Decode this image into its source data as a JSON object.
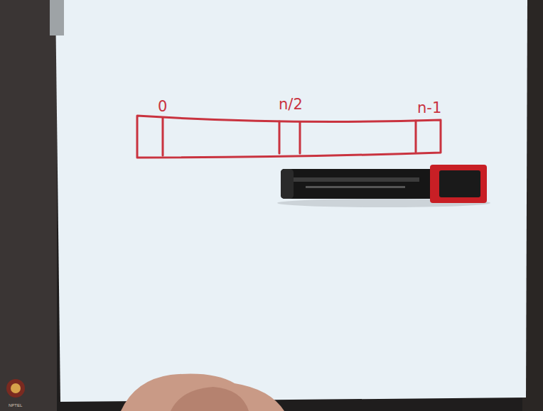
{
  "diagram": {
    "labels": [
      "0",
      "n/2",
      "n-1",
      "NPTEL"
    ]
  }
}
